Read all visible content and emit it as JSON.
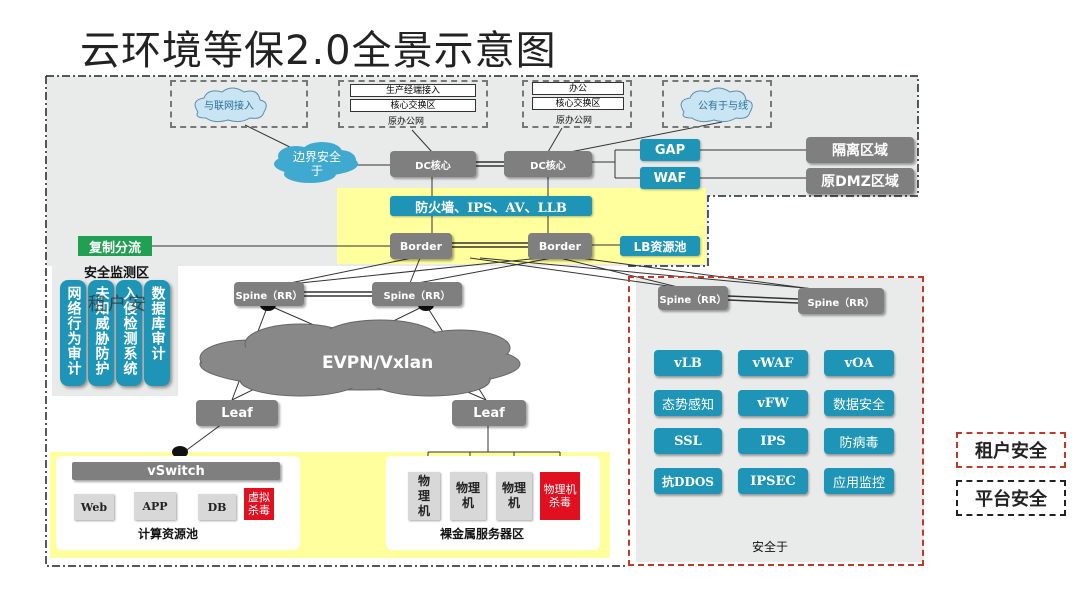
{
  "title": "云环境等保2.0全景示意图",
  "top_area": {
    "internet_left": "与联网接入",
    "internet_right": "公有于与线",
    "center_group": [
      "生产经端接入",
      "核心交换区",
      "原办公网"
    ],
    "right_group": [
      "办公",
      "核心交换区",
      "原办公网"
    ],
    "border_cloud": "边界安全于",
    "dc_core_1": "DC核心",
    "dc_core_2": "DC核心",
    "gap": "GAP",
    "waf": "WAF",
    "isolated_zone": "隔离区域",
    "dmz_zone": "原DMZ区域"
  },
  "border_area": {
    "firewall_bar": "防火墙、IPS、AV、LLB",
    "border_1": "Border",
    "border_2": "Border",
    "lb_pool": "LB资源池"
  },
  "monitor_area": {
    "mirror": "复制分流",
    "title": "安全监测区",
    "overlay_text": "租户安",
    "columns": [
      "网络行为审计",
      "未知威胁防护",
      "入侵检测系统",
      "数据库审计"
    ]
  },
  "fabric": {
    "spine_1": "Spine（RR）",
    "spine_2": "Spine（RR）",
    "evpn": "EVPN/Vxlan",
    "leaf_1": "Leaf",
    "leaf_2": "Leaf"
  },
  "compute_pool": {
    "vswitch": "vSwitch",
    "vms": [
      "Web",
      "APP",
      "DB"
    ],
    "virus": "虚拟杀毒",
    "label": "计算资源池"
  },
  "baremetal": {
    "servers": [
      "物理机",
      "物理机",
      "物理机"
    ],
    "virus": "物理机杀毒",
    "label": "裸金属服务器区"
  },
  "security_pool": {
    "spine_1": "Spine（RR）",
    "spine_2": "Spine（RR）",
    "services": [
      "vLB",
      "vWAF",
      "vOA",
      "态势感知",
      "vFW",
      "数据安全",
      "SSL",
      "IPS",
      "防病毒",
      "抗DDOS",
      "IPSEC",
      "应用监控"
    ],
    "label": "安全于"
  },
  "legend": {
    "tenant": "租户安全",
    "platform": "平台安全"
  },
  "colors": {
    "teal": "#1e95b6",
    "gray": "#7f7f7f",
    "yellow": "#ffff9d",
    "red": "#e01020",
    "green": "#20a050"
  }
}
